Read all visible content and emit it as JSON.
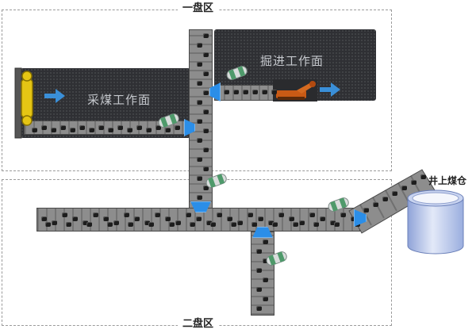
{
  "zones": {
    "zone_1_label": "一盘区",
    "zone_2_label": "二盘区"
  },
  "faces": {
    "mining_face_label": "采煤工作面",
    "heading_face_label": "掘进工作面"
  },
  "bunker": {
    "label": "井上煤仓"
  },
  "colors": {
    "face_fill": "#2f3034",
    "belt_fill": "#8d8d8d",
    "transfer_blue": "#2b8ee8",
    "arrow_blue": "#3a8fd8",
    "shearer_yellow": "#e5c514",
    "bunker_blue": "#b9c7ea"
  },
  "icons": {
    "mining_machine": "shearer-icon",
    "heading_machine": "roadheader-icon",
    "drive_units": "belt-drive-icon",
    "storage": "silo-icon"
  }
}
